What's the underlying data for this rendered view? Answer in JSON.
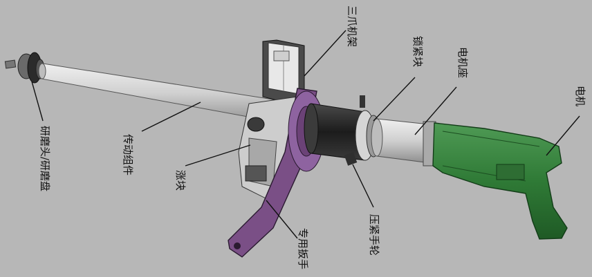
{
  "labels": {
    "grinding_head": "研磨头/研磨盘",
    "transmission": "传动组件",
    "expansion_block": "涨块",
    "three_jaw_frame": "三爪机架",
    "special_wrench": "专用扳手",
    "locking_block": "锁紧块",
    "clamp_handwheel": "压紧手轮",
    "motor_seat": "电机座",
    "motor": "电机"
  },
  "colors": {
    "background": "#b7b7b7",
    "motor_green": "#2f7a36",
    "wrench_purple": "#7a4f86",
    "steel": "#c9c9c9",
    "dark_sleeve": "#2a2a2a"
  }
}
